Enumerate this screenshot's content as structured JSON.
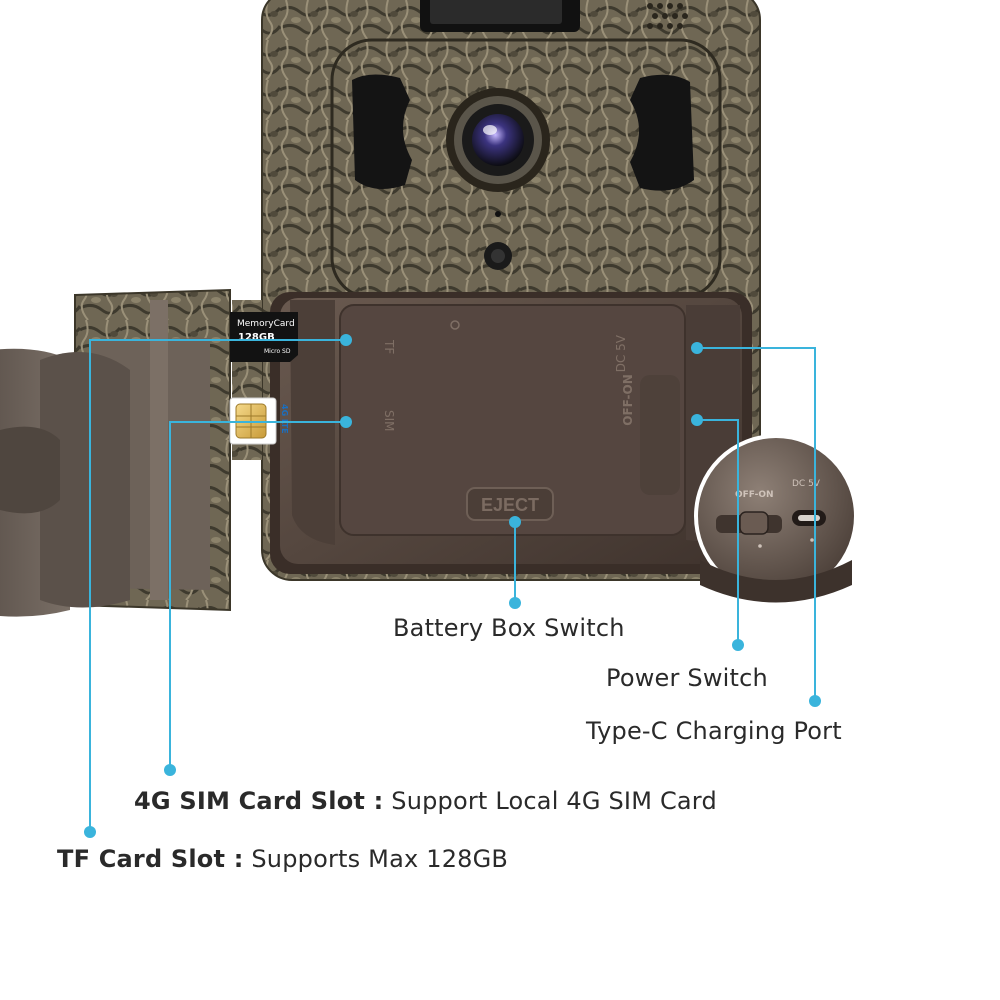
{
  "labels": {
    "battery_box_switch": "Battery Box Switch",
    "power_switch": "Power Switch",
    "type_c_port": "Type-C Charging Port",
    "sim_slot_title": "4G SIM Card Slot :",
    "sim_slot_desc": "Support Local 4G SIM Card",
    "tf_slot_title": "TF Card Slot :",
    "tf_slot_desc": "Supports Max 128GB"
  },
  "device_markings": {
    "eject": "EJECT",
    "tf": "TF",
    "sim": "SIM",
    "dc": "DC 5V",
    "off_on": "OFF-ON",
    "zoom_off_on": "OFF-ON",
    "zoom_dc": "DC 5V",
    "sd_brand": "MemoryCard",
    "sd_capacity": "128GB",
    "sd_type": "Micro SD",
    "sim_lte": "4G LTE"
  },
  "colors": {
    "callout_line": "#3ab4dc",
    "camo_dark": "#4a4536",
    "camo_light": "#8c836b",
    "panel_brown": "#5a4a41",
    "text": "#2a2a2a"
  }
}
